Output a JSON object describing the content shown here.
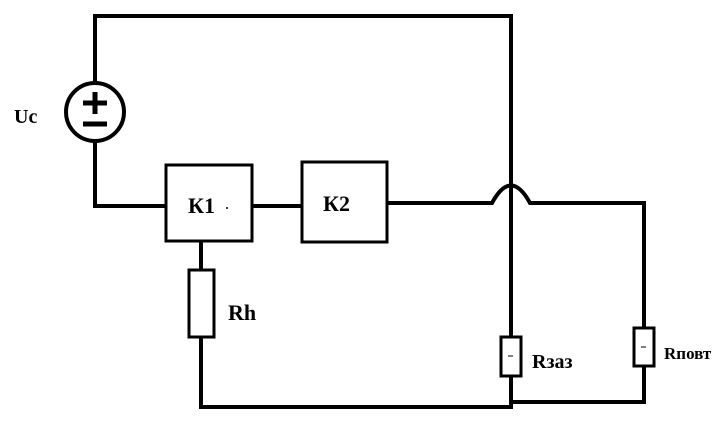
{
  "diagram": {
    "source_label": "Uc",
    "block1_label": "К1",
    "block2_label": "К2",
    "rh_label": "Rh",
    "rzaz_label": "Rзаз",
    "rpovt_label": "Rповт",
    "colors": {
      "line": "#000000",
      "background": "#ffffff"
    }
  }
}
